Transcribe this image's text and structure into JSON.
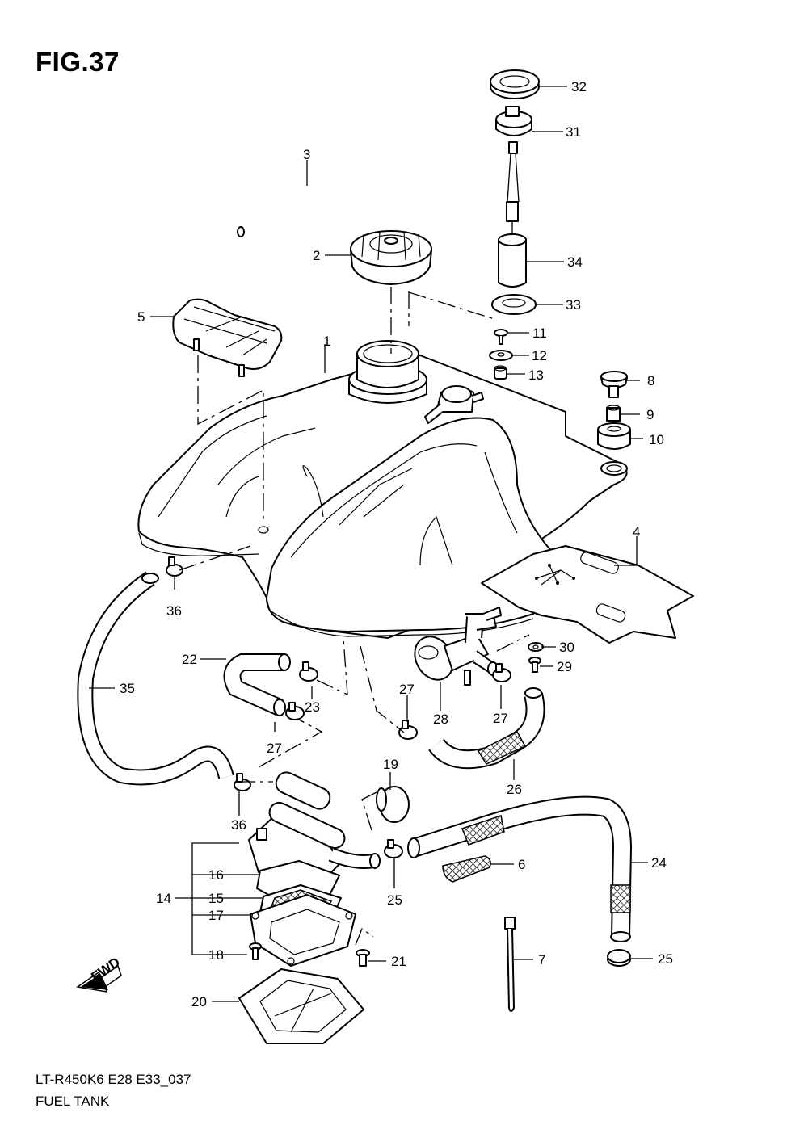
{
  "figure": {
    "title": "FIG.37",
    "model_code": "LT-R450K6 E28 E33_037",
    "name": "FUEL TANK",
    "fwd_label": "FWD"
  },
  "callouts": [
    "1",
    "2",
    "3",
    "4",
    "5",
    "6",
    "7",
    "8",
    "9",
    "10",
    "11",
    "12",
    "13",
    "14",
    "15",
    "16",
    "17",
    "18",
    "19",
    "20",
    "21",
    "22",
    "23",
    "24",
    "25",
    "25",
    "26",
    "27",
    "27",
    "28",
    "29",
    "30",
    "31",
    "32",
    "33",
    "34",
    "35",
    "36",
    "36"
  ]
}
